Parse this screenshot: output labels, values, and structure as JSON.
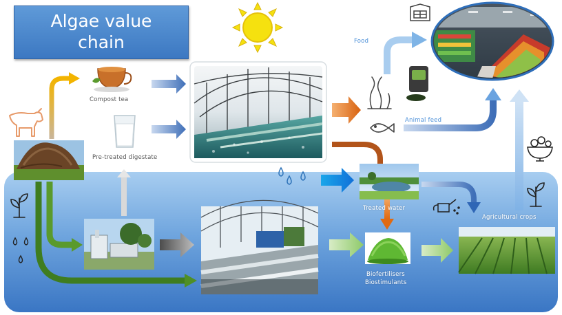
{
  "title": {
    "line1": "Algae value",
    "line2": "chain"
  },
  "labels": {
    "compost_tea": "Compost tea",
    "pretreated_digestate": "Pre-treated digestate",
    "food": "Food",
    "animal_feed": "Animal feed",
    "treated_water": "Treated water",
    "agricultural_crops": "Agricultural crops",
    "biofertilisers": "Biofertilisers",
    "biostimulants": "Biostimulants"
  },
  "colors": {
    "panel_top": "#9cc6ee",
    "panel_bottom": "#3d79c6",
    "arrow_blue": "#4f7fc4",
    "arrow_orange": "#e2761d",
    "arrow_green": "#4f8b26",
    "arrow_yellow": "#e8b830",
    "sun": "#f5e10f"
  },
  "icons": [
    "sun-icon",
    "cow-icon",
    "plant-icon",
    "water-drops-icon",
    "fish-icon",
    "seaweed-icon",
    "watering-can-icon",
    "fruit-bowl-icon",
    "store-icon"
  ]
}
